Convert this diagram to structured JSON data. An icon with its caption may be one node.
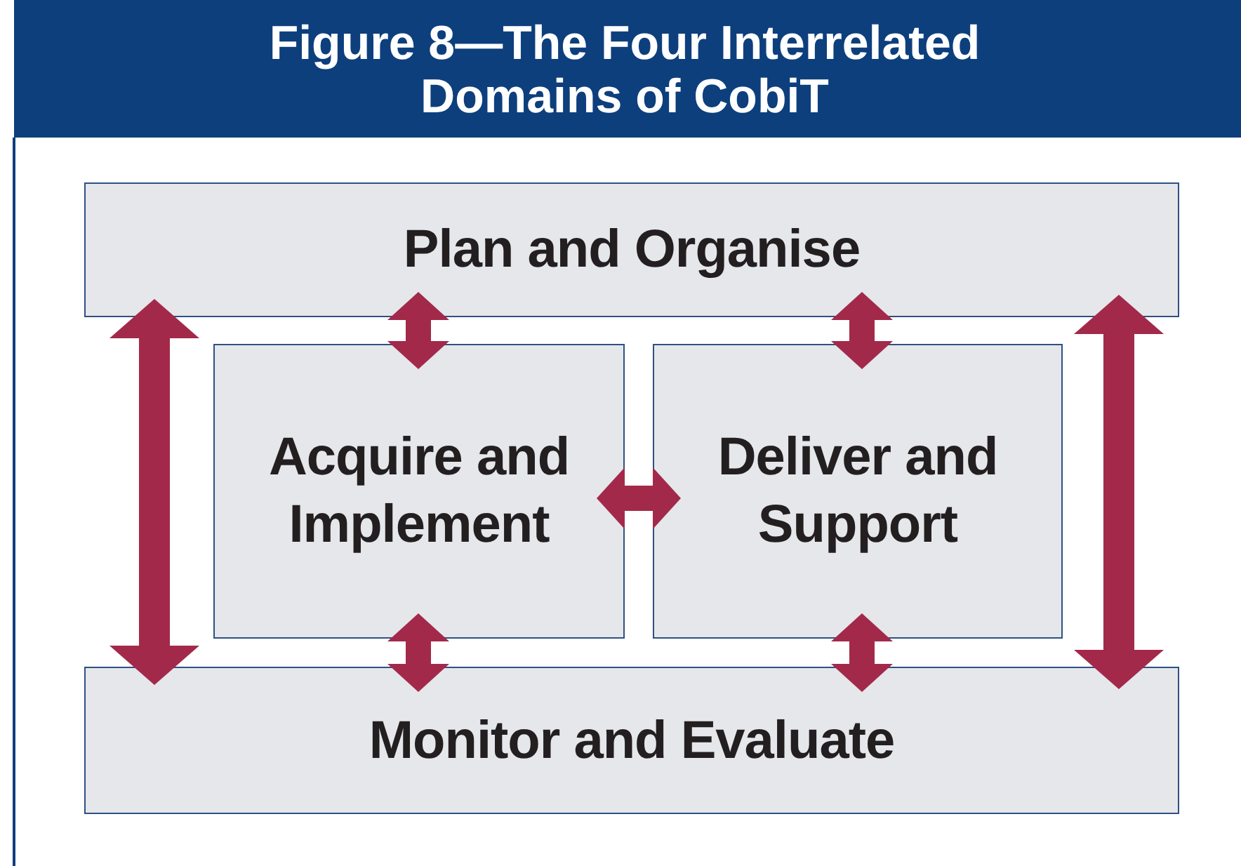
{
  "diagram": {
    "title": "Figure 8—The Four Interrelated Domains of CobiT",
    "nodes": [
      {
        "text": [
          "Plan and Organise"
        ]
      },
      {
        "text": [
          "Acquire and Implement"
        ]
      },
      {
        "text": [
          "Deliver and Support"
        ]
      },
      {
        "text": [
          "Monitor and Evaluate"
        ]
      }
    ],
    "edges": [
      {
        "from": 0,
        "to": 1,
        "arrow": "both"
      },
      {
        "from": 0,
        "to": 2,
        "arrow": "both"
      },
      {
        "from": 1,
        "to": 2,
        "arrow": "both"
      },
      {
        "from": 1,
        "to": 3,
        "arrow": "both"
      },
      {
        "from": 2,
        "to": 3,
        "arrow": "both"
      },
      {
        "from": 0,
        "to": 3,
        "arrow": "both"
      },
      {
        "from": 0,
        "to": 3,
        "arrow": "both"
      }
    ]
  }
}
